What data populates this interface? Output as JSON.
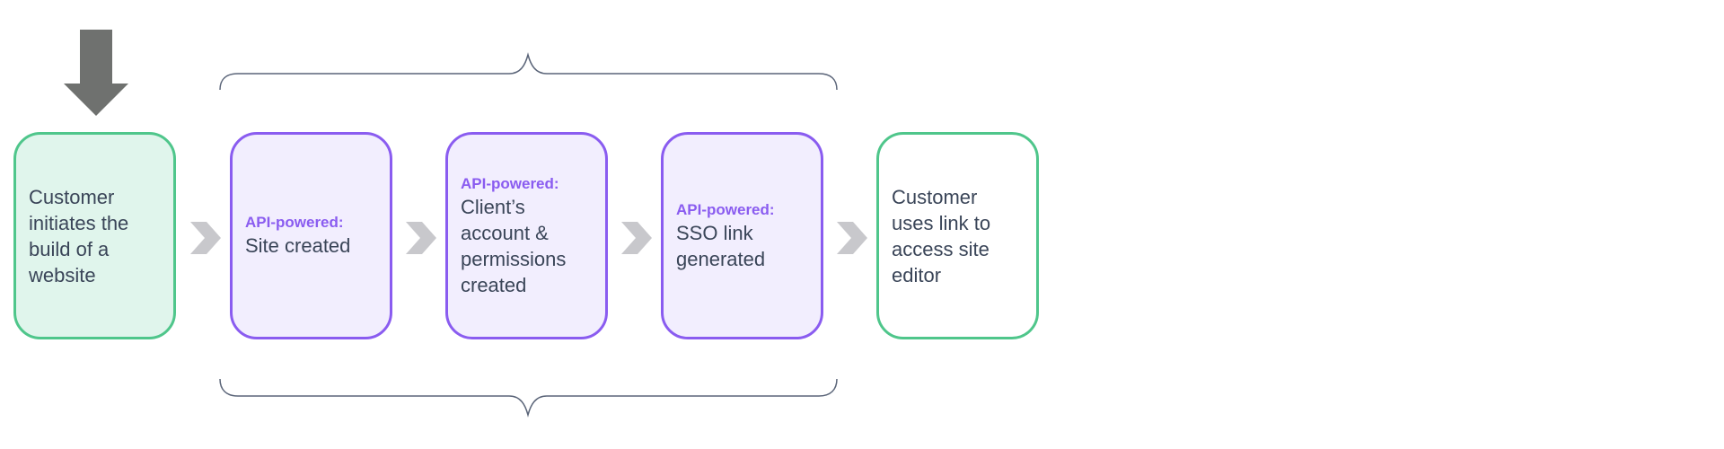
{
  "steps": [
    {
      "text": "Customer initiates the build of a website"
    },
    {
      "label": "API-powered:",
      "text": "Site created"
    },
    {
      "label": "API-powered:",
      "text": "Client’s account & permissions created"
    },
    {
      "label": "API-powered:",
      "text": "SSO link generated"
    },
    {
      "text": "Customer uses link to access site editor"
    }
  ],
  "colors": {
    "green": "#4fc68b",
    "purple": "#8a5cf0",
    "chevron": "#c8c8cc",
    "arrow": "#6f716f",
    "brace": "#5a6478"
  }
}
